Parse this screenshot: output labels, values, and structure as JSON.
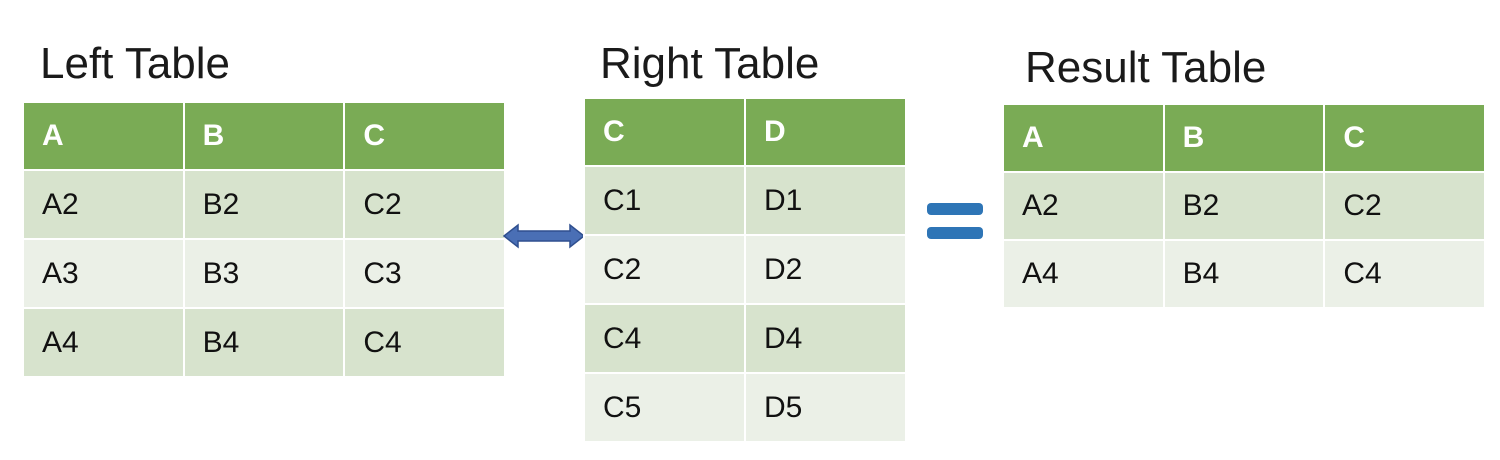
{
  "left_table": {
    "title": "Left Table",
    "headers": [
      "A",
      "B",
      "C"
    ],
    "rows": [
      [
        "A2",
        "B2",
        "C2"
      ],
      [
        "A3",
        "B3",
        "C3"
      ],
      [
        "A4",
        "B4",
        "C4"
      ]
    ]
  },
  "right_table": {
    "title": "Right Table",
    "headers": [
      "C",
      "D"
    ],
    "rows": [
      [
        "C1",
        "D1"
      ],
      [
        "C2",
        "D2"
      ],
      [
        "C4",
        "D4"
      ],
      [
        "C5",
        "D5"
      ]
    ]
  },
  "result_table": {
    "title": "Result Table",
    "headers": [
      "A",
      "B",
      "C"
    ],
    "rows": [
      [
        "A2",
        "B2",
        "C2"
      ],
      [
        "A4",
        "B4",
        "C4"
      ]
    ]
  },
  "icons": {
    "join": "double-arrow-icon",
    "equals": "equals-icon"
  },
  "colors": {
    "header_green": "#7aab55",
    "row_dark": "#d7e3cd",
    "row_light": "#ebf0e7",
    "arrow_blue": "#4a6fb5",
    "equals_blue": "#2e75b6"
  }
}
